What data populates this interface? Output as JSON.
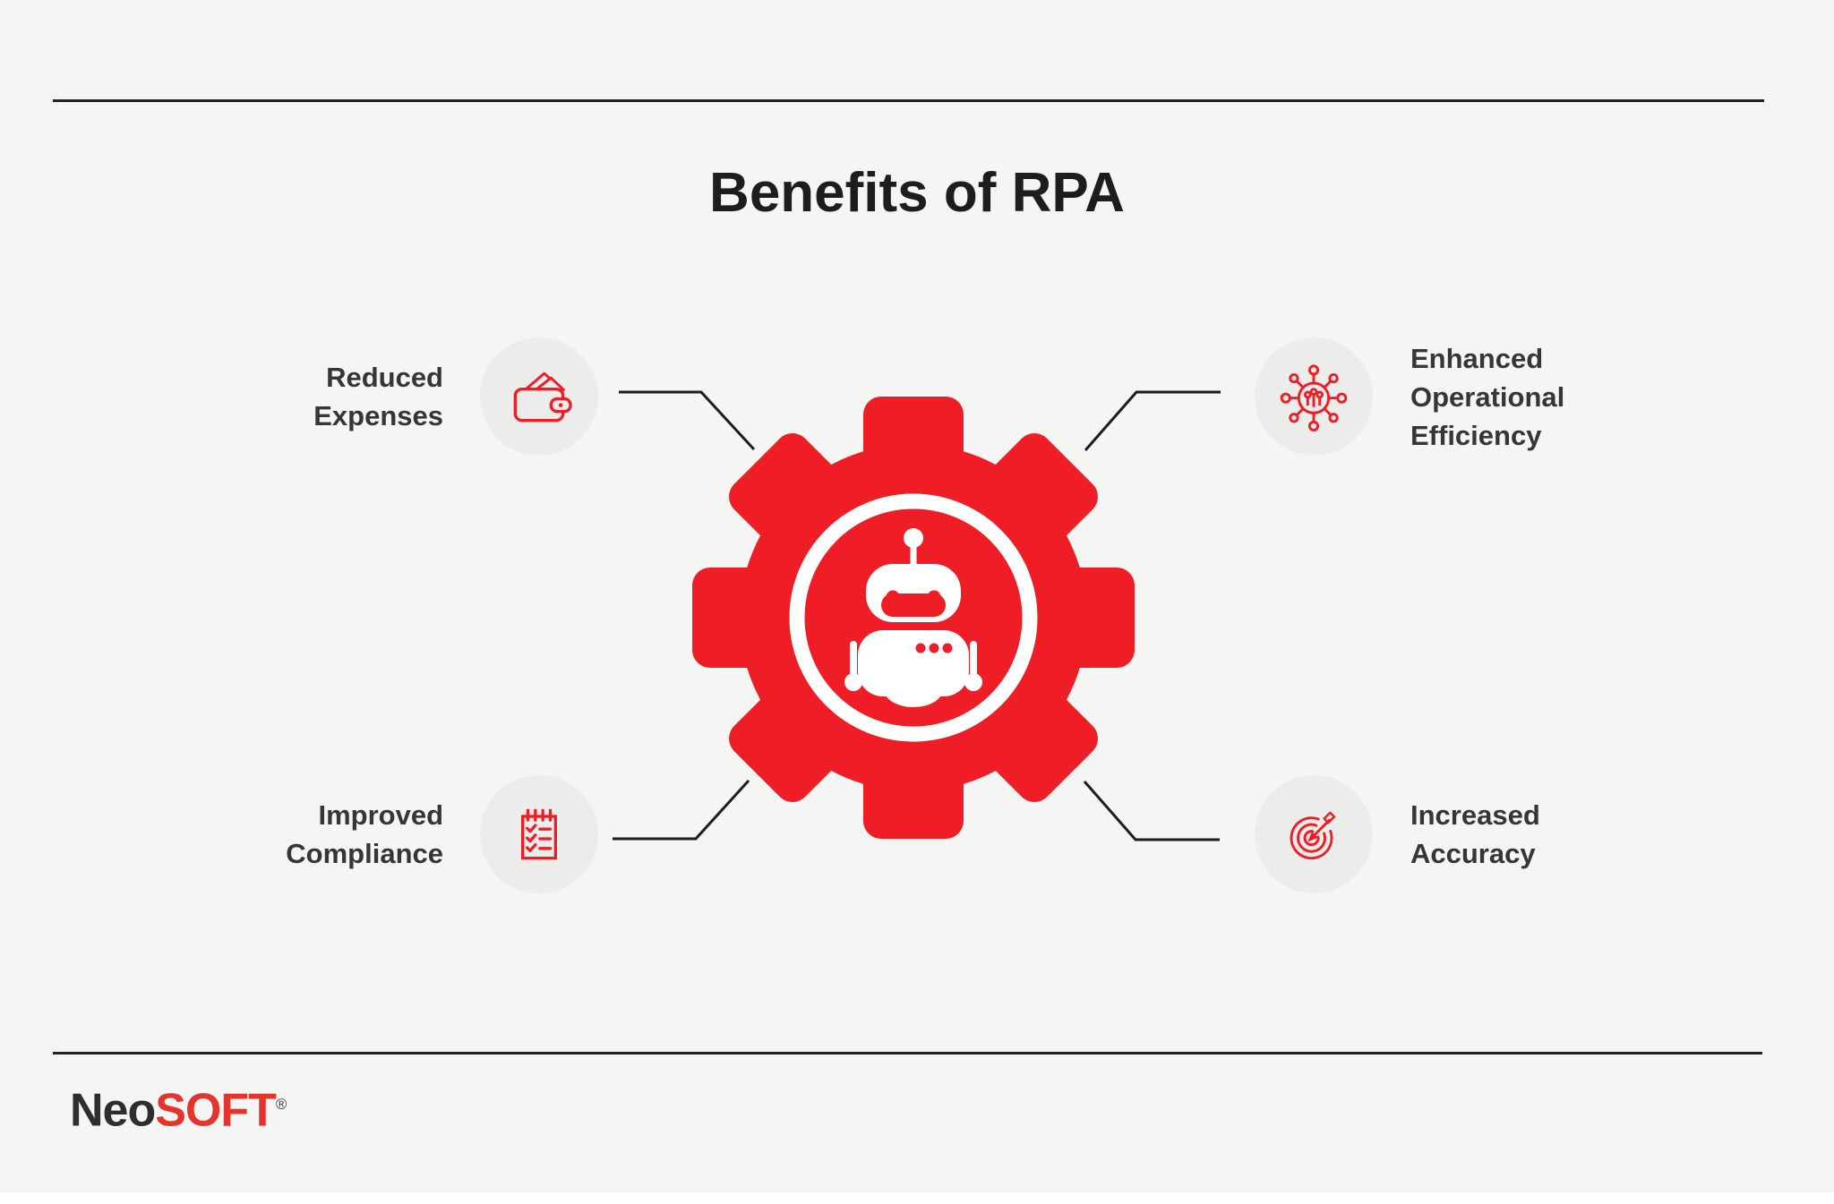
{
  "page": {
    "title": "Benefits of RPA",
    "background_color": "#F5F5F3"
  },
  "colors": {
    "accent_red": "#EF1D25",
    "logo_red": "#E5332D",
    "text_dark": "#1D1D1F",
    "label_gray": "#363636",
    "line_dark": "#232326",
    "icon_circle_bg": "#ECECEA"
  },
  "center": {
    "icon": "robot-in-gear-icon"
  },
  "benefits": [
    {
      "id": "reduced-expenses",
      "position": "top-left",
      "icon": "wallet-icon",
      "label_lines": [
        "Reduced",
        "Expenses"
      ]
    },
    {
      "id": "enhanced-operational-efficiency",
      "position": "top-right",
      "icon": "efficiency-network-icon",
      "label_lines": [
        "Enhanced",
        "Operational",
        "Efficiency"
      ]
    },
    {
      "id": "improved-compliance",
      "position": "bottom-left",
      "icon": "compliance-checklist-icon",
      "label_lines": [
        "Improved",
        "Compliance"
      ]
    },
    {
      "id": "increased-accuracy",
      "position": "bottom-right",
      "icon": "target-arrow-icon",
      "label_lines": [
        "Increased",
        "Accuracy"
      ]
    }
  ],
  "brand": {
    "name_dark": "Neo",
    "name_red": "SOFT",
    "registered_mark": "®"
  }
}
